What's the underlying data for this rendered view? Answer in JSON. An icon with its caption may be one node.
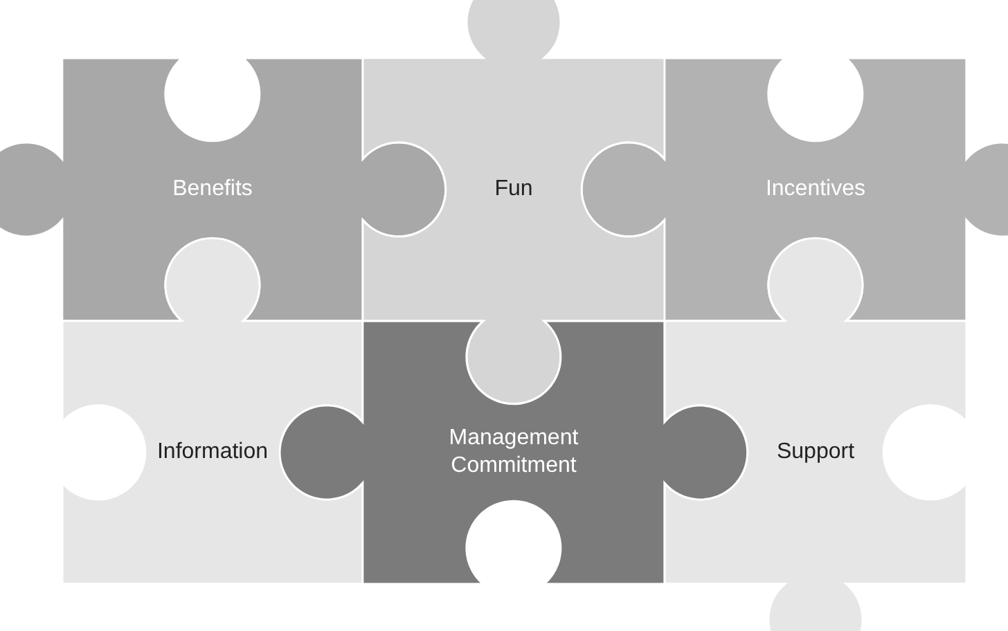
{
  "diagram": {
    "nodes": [
      {
        "text": [
          "Benefits"
        ]
      },
      {
        "text": [
          "Fun"
        ]
      },
      {
        "text": [
          "Incentives"
        ]
      },
      {
        "text": [
          "Information"
        ]
      },
      {
        "text": [
          "Management Commitment"
        ]
      },
      {
        "text": [
          "Support"
        ]
      }
    ]
  }
}
